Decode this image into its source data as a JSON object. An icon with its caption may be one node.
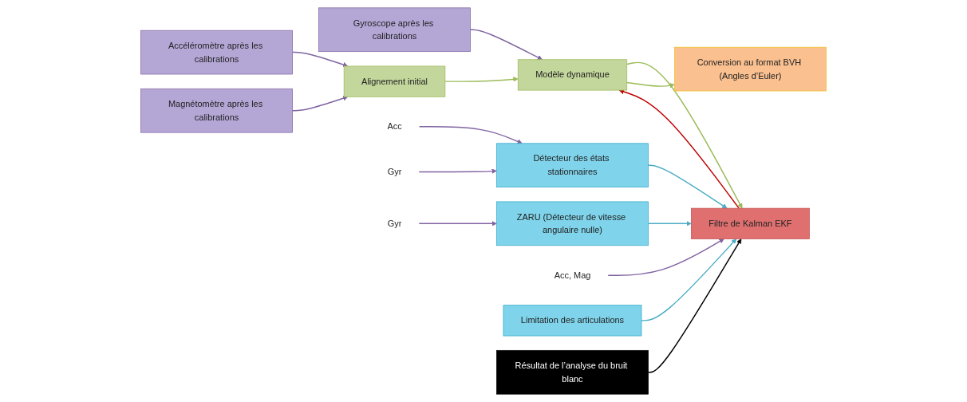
{
  "diagram": {
    "nodes": [
      {
        "text": [
          "Accéléromètre après les calibrations"
        ]
      },
      {
        "text": [
          "Magnétomètre après les calibrations"
        ]
      },
      {
        "text": [
          "Gyroscope après les calibrations"
        ]
      },
      {
        "text": [
          "Alignement initial"
        ]
      },
      {
        "text": [
          "Modèle dynamique"
        ]
      },
      {
        "text": [
          "Conversion au format BVH (Angles d’Euler)"
        ]
      },
      {
        "text": [
          "Acc"
        ]
      },
      {
        "text": [
          "Gyr"
        ]
      },
      {
        "text": [
          "Détecteur des états stationnaires"
        ]
      },
      {
        "text": [
          "Gyr"
        ]
      },
      {
        "text": [
          "ZARU (Détecteur de vitesse angulaire nulle)"
        ]
      },
      {
        "text": [
          "Filtre de Kalman EKF"
        ]
      },
      {
        "text": [
          "Acc, Mag"
        ]
      },
      {
        "text": [
          "Limitation des articulations"
        ]
      },
      {
        "text": [
          "Résultat de l’analyse du bruit blanc"
        ]
      }
    ],
    "edges": [
      {
        "from": 0,
        "to": 3,
        "arrow": "to",
        "color": "#8064a2"
      },
      {
        "from": 1,
        "to": 3,
        "arrow": "to",
        "color": "#8064a2"
      },
      {
        "from": 2,
        "to": 4,
        "arrow": "to",
        "color": "#8064a2"
      },
      {
        "from": 3,
        "to": 4,
        "arrow": "to",
        "color": "#9bbb59"
      },
      {
        "from": 4,
        "to": 11,
        "arrow": "to",
        "color": "#9bbb59"
      },
      {
        "from": 4,
        "to": 5,
        "arrow": "to",
        "color": "#9bbb59"
      },
      {
        "from": 11,
        "to": 4,
        "arrow": "to",
        "color": "#c00000"
      },
      {
        "from": 6,
        "to": 8,
        "arrow": "to",
        "color": "#8064a2"
      },
      {
        "from": 7,
        "to": 8,
        "arrow": "to",
        "color": "#8064a2"
      },
      {
        "from": 9,
        "to": 10,
        "arrow": "to",
        "color": "#8064a2"
      },
      {
        "from": 8,
        "to": 11,
        "arrow": "to",
        "color": "#4bacc6"
      },
      {
        "from": 10,
        "to": 11,
        "arrow": "to",
        "color": "#4bacc6"
      },
      {
        "from": 12,
        "to": 11,
        "arrow": "to",
        "color": "#8064a2"
      },
      {
        "from": 13,
        "to": 11,
        "arrow": "to",
        "color": "#4bacc6"
      },
      {
        "from": 14,
        "to": 11,
        "arrow": "to",
        "color": "#000000"
      }
    ]
  }
}
